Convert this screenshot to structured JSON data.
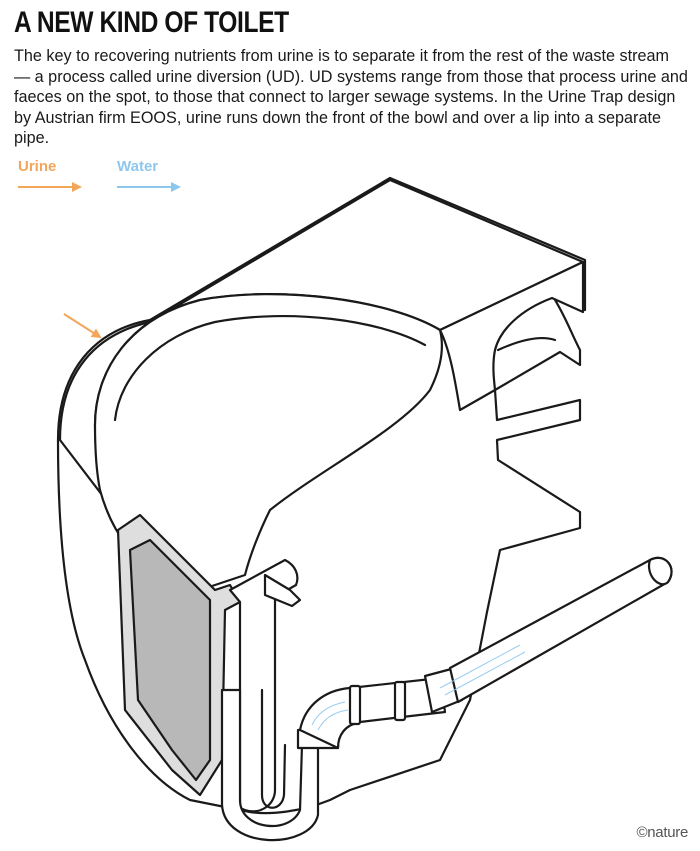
{
  "header": {
    "title": "A NEW KIND OF TOILET",
    "description": "The key to recovering nutrients from urine is to separate it from the rest of the waste stream — a process called urine diversion (UD). UD systems range from those that process urine and faeces on the spot, to those that connect to larger sewage systems. In the Urine Trap design by Austrian firm EOOS, urine runs down the front of the bowl and over a lip into a separate pipe."
  },
  "legend": {
    "urine": {
      "label": "Urine",
      "color": "#f2a65a"
    },
    "water": {
      "label": "Water",
      "color": "#8ec7ee"
    }
  },
  "credit": "©nature",
  "colors": {
    "outline": "#1a1a1a",
    "cut_fill": "#dedede",
    "cavity_fill": "#b8b8b8",
    "body_fill": "#ffffff"
  }
}
